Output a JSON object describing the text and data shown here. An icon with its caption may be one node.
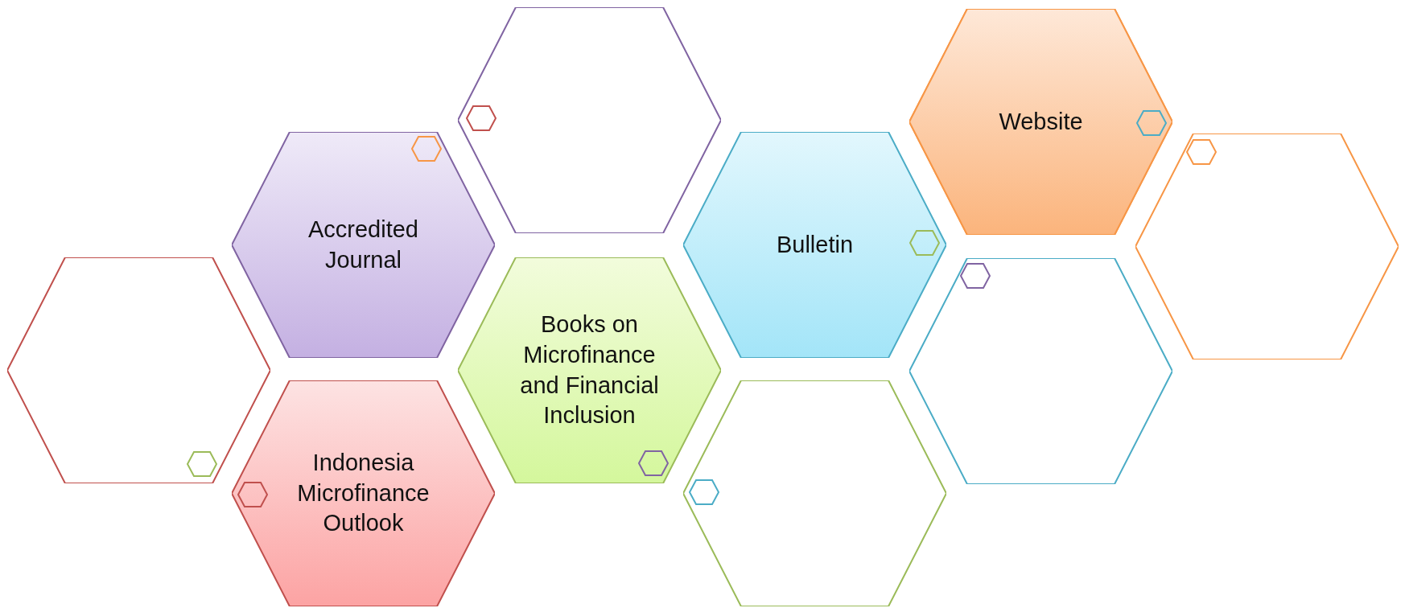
{
  "diagram": {
    "nodes": [
      {
        "text": [],
        "shape": "hexagon"
      },
      {
        "text": [],
        "shape": "hexagon"
      },
      {
        "text": [
          "Website"
        ]
      },
      {
        "text": [
          "Accredited Journal"
        ]
      },
      {
        "text": [
          "Bulletin"
        ]
      },
      {
        "text": [],
        "shape": "hexagon"
      },
      {
        "text": [],
        "shape": "hexagon"
      },
      {
        "text": [
          "Books on Microfinance and Financial Inclusion"
        ]
      },
      {
        "text": [],
        "shape": "hexagon"
      },
      {
        "text": [
          "Indonesia Microfinance Outlook"
        ]
      },
      {
        "text": [],
        "shape": "hexagon"
      }
    ],
    "edges": []
  }
}
